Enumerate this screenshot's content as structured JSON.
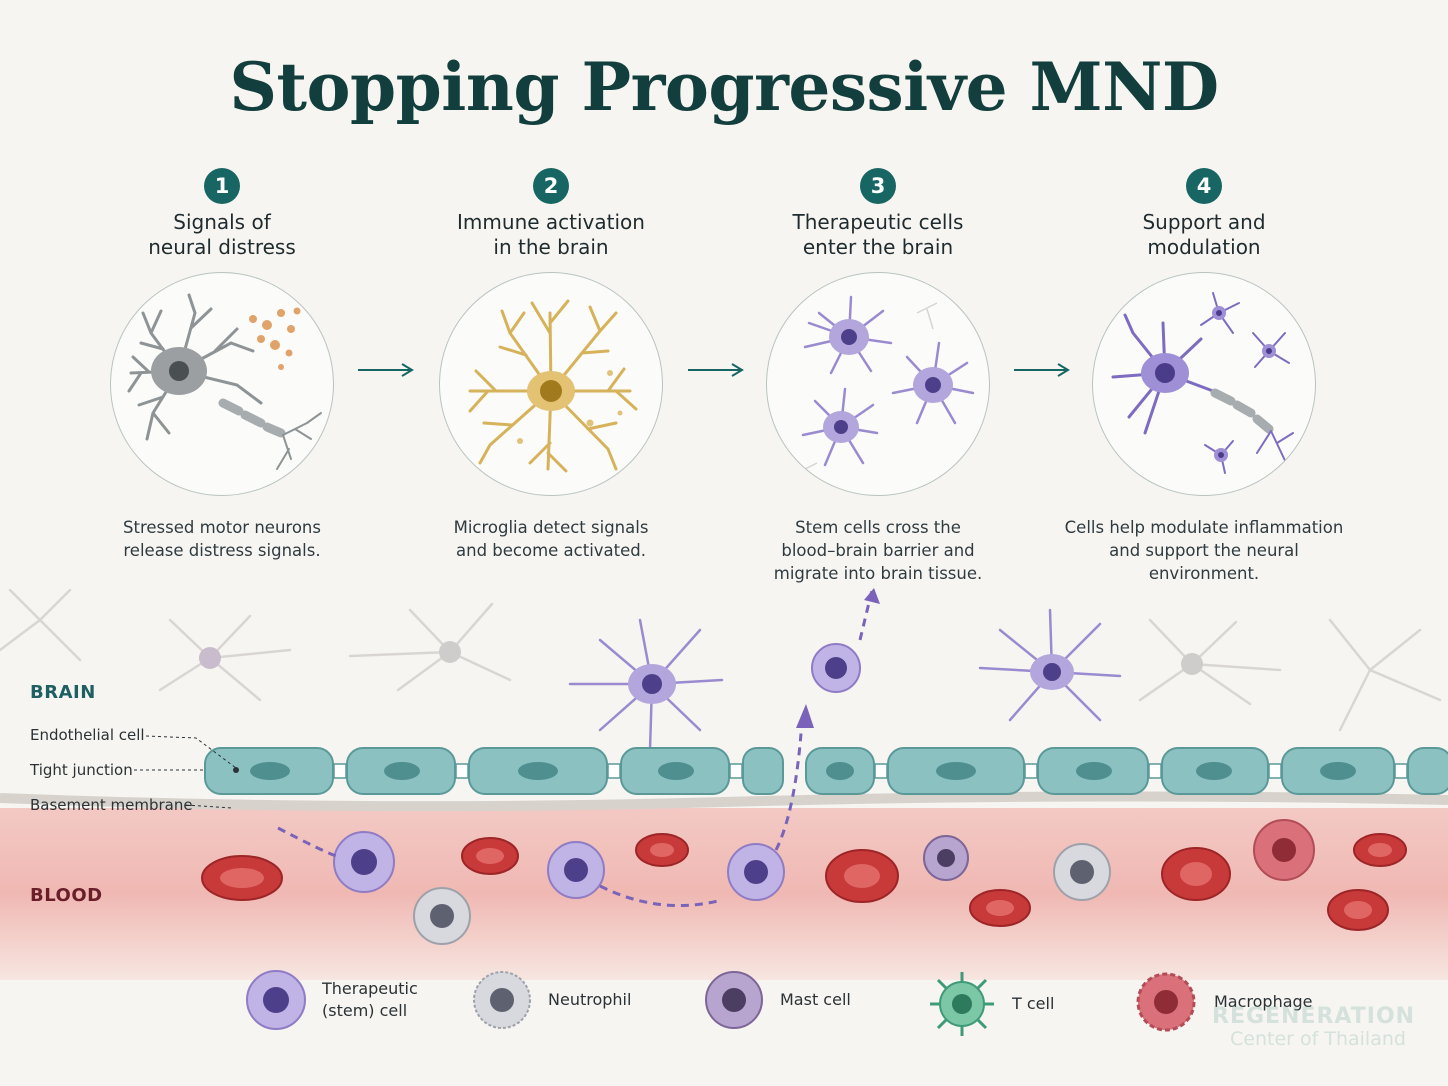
{
  "title": "Stopping Progressive MND",
  "steps": [
    {
      "number": "1",
      "title": "Signals of\nneural distress",
      "description": "Stressed motor neurons\nrelease distress signals."
    },
    {
      "number": "2",
      "title": "Immune activation\nin the brain",
      "description": "Microglia detect signals\nand become activated."
    },
    {
      "number": "3",
      "title": "Therapeutic cells\nenter the brain",
      "description": "Stem cells cross the\nblood–brain barrier and\nmigrate into brain tissue."
    },
    {
      "number": "4",
      "title": "Support and\nmodulation",
      "description": "Cells help modulate inflammation\nand support the neural environment."
    }
  ],
  "regions": {
    "brain": "BRAIN",
    "blood": "BLOOD"
  },
  "barrier_labels": {
    "endothelial": "Endothelial cell",
    "tight_junction": "Tight junction",
    "basement": "Basement membrane"
  },
  "legend": [
    {
      "label": "Therapeutic\n(stem) cell",
      "icon": "therapeutic-cell-icon"
    },
    {
      "label": "Neutrophil",
      "icon": "neutrophil-icon"
    },
    {
      "label": "Mast cell",
      "icon": "mast-cell-icon"
    },
    {
      "label": "T cell",
      "icon": "t-cell-icon"
    },
    {
      "label": "Macrophage",
      "icon": "macrophage-icon"
    }
  ],
  "watermark": {
    "line1": "REGENERATION",
    "line2": "Center of Thailand"
  },
  "colors": {
    "title": "#123f3d",
    "accent_teal": "#176664",
    "neuron_gray": "#8e9496",
    "microglia_gold": "#d6b25a",
    "stem_purple": "#8f7cc4",
    "endothelium": "#7fb7b7",
    "rbc_red": "#c8393a",
    "blood_label": "#6a1e2a",
    "brain_label": "#1e5f62"
  }
}
